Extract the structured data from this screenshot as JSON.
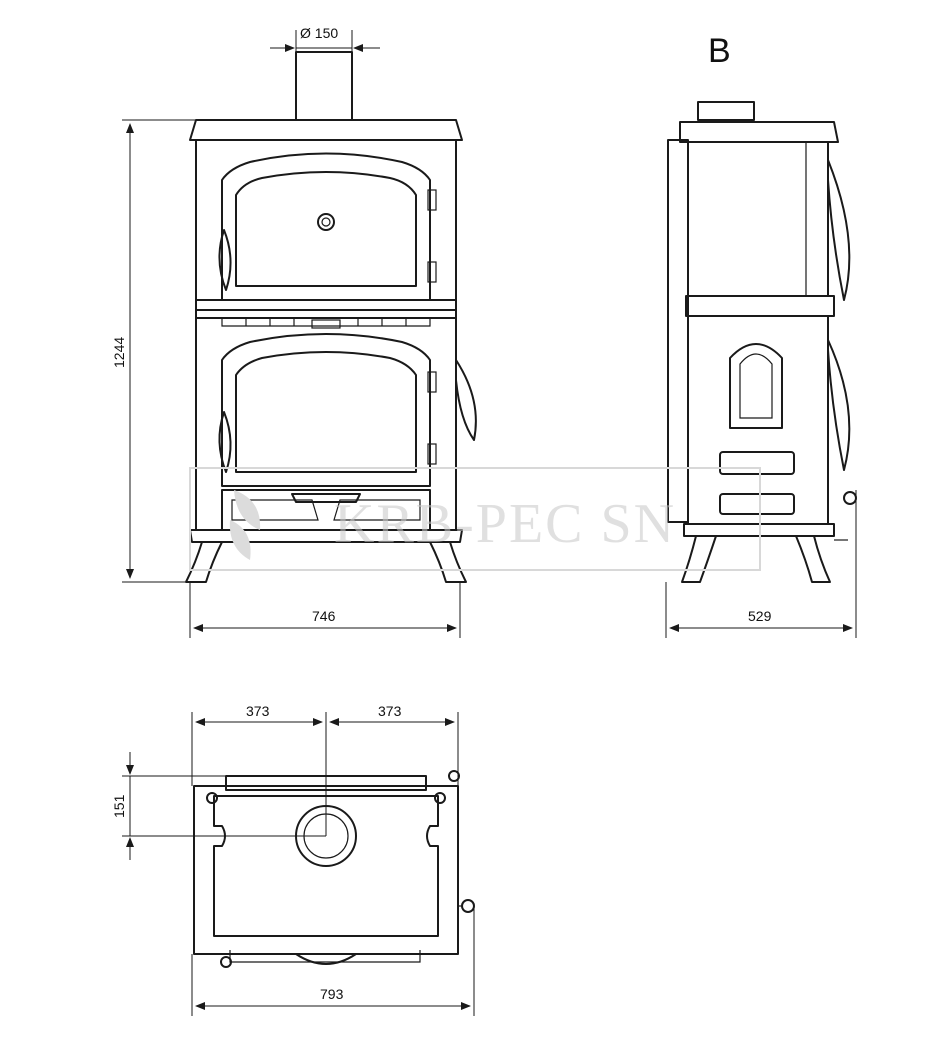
{
  "view_label": "B",
  "dimensions": {
    "flue_diameter": "Ø 150",
    "height": "1244",
    "front_width": "746",
    "side_depth": "529",
    "top_left_half": "373",
    "top_right_half": "373",
    "flue_offset": "151",
    "top_total_width": "793"
  },
  "watermark": "KRB-PEC SN",
  "colors": {
    "line": "#1a1a1a",
    "background": "#ffffff"
  }
}
